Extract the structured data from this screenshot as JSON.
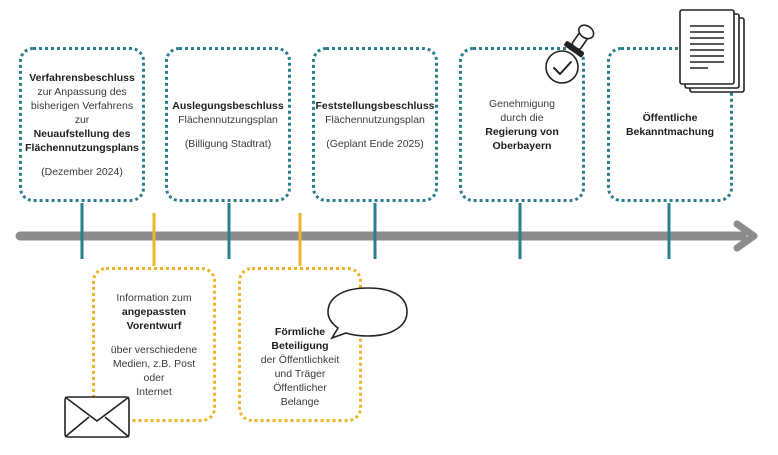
{
  "top_steps": [
    {
      "title": "Verfahrensbeschluss",
      "lines": [
        "zur Anpassung des",
        "bisherigen Verfahrens",
        "zur"
      ],
      "bold_lines": [
        "Neuaufstellung des",
        "Flächennutzungsplans"
      ],
      "note": "(Dezember 2024)"
    },
    {
      "title": "Auslegungsbeschluss",
      "lines": [
        "Flächennutzungsplan"
      ],
      "note": "(Billigung Stadtrat)"
    },
    {
      "title": "Feststellungsbeschluss",
      "lines": [
        "Flächennutzungsplan"
      ],
      "note": "(Geplant Ende 2025)"
    },
    {
      "lines": [
        "Genehmigung",
        "durch die"
      ],
      "bold_lines": [
        "Regierung von",
        "Oberbayern"
      ]
    },
    {
      "bold_lines": [
        "Öffentliche",
        "Bekanntmachung"
      ]
    }
  ],
  "bottom_steps": [
    {
      "lines": [
        "Information zum"
      ],
      "bold_lines": [
        "angepassten",
        "Vorentwurf"
      ],
      "after": [
        "über verschiedene",
        "Medien, z.B. Post oder",
        "Internet"
      ]
    },
    {
      "title": "Förmliche Beteiligung",
      "lines": [
        "der Öffentlichkeit",
        "und Träger Öffentlicher",
        "Belange"
      ]
    }
  ],
  "colors": {
    "timeline": "#8c8c8c",
    "blue": "#2a7d8c",
    "orange": "#f0b429",
    "icon_stroke": "#222222"
  },
  "icons": [
    "envelope-icon",
    "speech-bubble-icon",
    "approval-stamp-icon",
    "document-stack-icon"
  ]
}
